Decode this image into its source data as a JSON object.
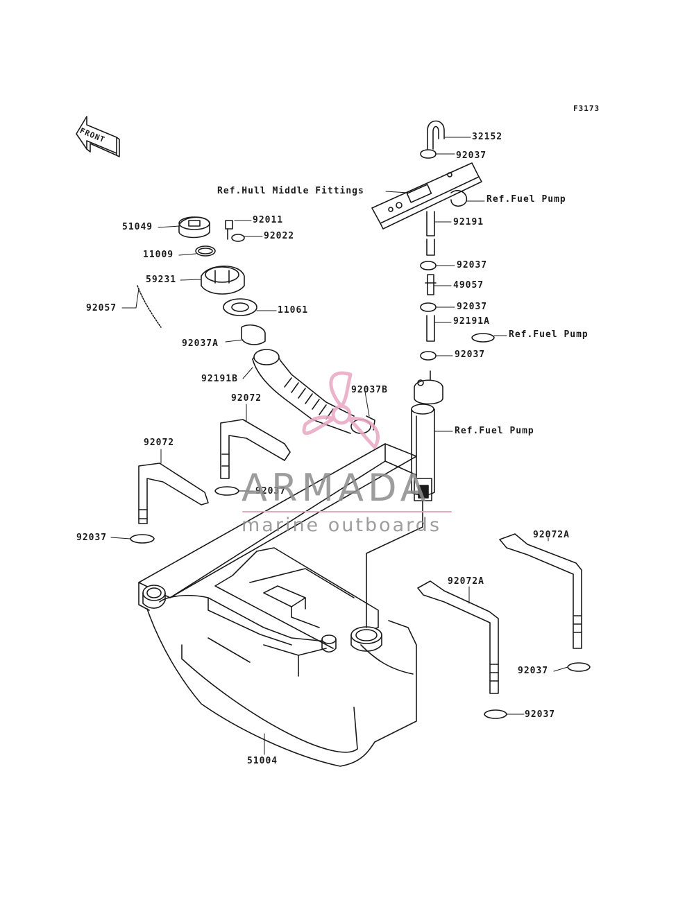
{
  "figure_code": "F3173",
  "front_arrow_label": "FRONT",
  "references": {
    "hull_middle_fittings": "Ref.Hull Middle Fittings",
    "fuel_pump_1": "Ref.Fuel Pump",
    "fuel_pump_2": "Ref.Fuel Pump",
    "fuel_pump_3": "Ref.Fuel Pump"
  },
  "parts": {
    "p32152": "32152",
    "p92037_top": "92037",
    "p92191": "92191",
    "p92037_b": "92037",
    "p49057": "49057",
    "p92037_c": "92037",
    "p92191A": "92191A",
    "p92037_d": "92037",
    "p51049": "51049",
    "p92011": "92011",
    "p92022": "92022",
    "p11009": "11009",
    "p59231": "59231",
    "p92057": "92057",
    "p11061": "11061",
    "p92037A": "92037A",
    "p92191B": "92191B",
    "p92037B": "92037B",
    "p92072_a": "92072",
    "p92072_b": "92072",
    "p92037_mid": "92037",
    "p92037_left": "92037",
    "p92072A_r": "92072A",
    "p92072A_m": "92072A",
    "p92037_r": "92037",
    "p92037_rb": "92037",
    "p51004": "51004"
  },
  "watermark": {
    "brand": "ARMADA",
    "tagline": "marine outboards",
    "colors": {
      "logo": "#e8a7c1",
      "text": "#8c8c8c",
      "rule": "#e8a7c1"
    }
  },
  "line_color": "#1a1a1a"
}
